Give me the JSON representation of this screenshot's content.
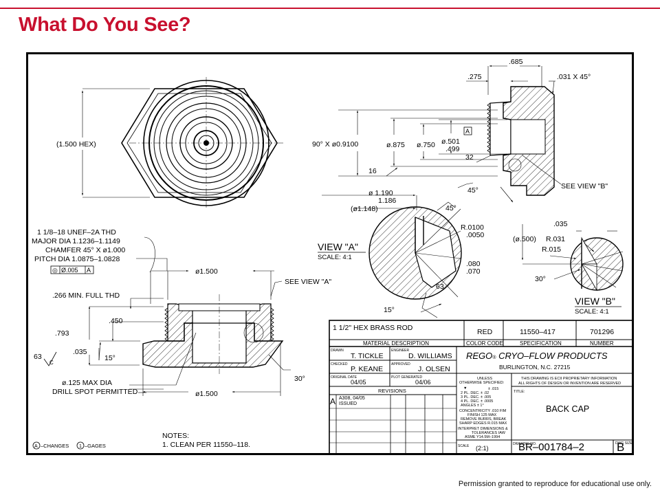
{
  "slide": {
    "title": "What Do You See?",
    "footer": "Permission granted to reproduce for educational use only.",
    "accent_color": "#c8102e"
  },
  "top_view": {
    "hex_dim": "(1.500 HEX)"
  },
  "section_view": {
    "thread_callout": [
      "1 1/8–18 UNEF–2A THD",
      "MAJOR DIA 1.1236–1.1149",
      "CHAMFER 45° X ø1.000",
      "PITCH DIA 1.0875–1.0828"
    ],
    "fcf": [
      "◎",
      "Ø.005",
      "A"
    ],
    "dim_dia_top": "ø1.500",
    "dim_dia_bottom": "ø1.500",
    "full_thd": ".266 MIN. FULL THD",
    "dim_450": ".450",
    "dim_793": ".793",
    "dim_035": ".035",
    "angle_15": "15°",
    "finish": "63",
    "finish_c": "C",
    "drill_note": [
      "ø.125 MAX DIA",
      "DRILL SPOT PERMITTED"
    ],
    "angle_30": "30°",
    "see_view_a": "SEE VIEW \"A\""
  },
  "right_view": {
    "dim_685": ".685",
    "dim_275": ".275",
    "chamfer": ".031 X 45°",
    "csk": "90° X ø0.9100",
    "dia_875": "ø.875",
    "dia_750": "ø.750",
    "dia_501": "ø.501",
    "dia_499": ".499",
    "datum": "A",
    "finish_32": "32",
    "finish_16": "16",
    "angle_45": "45°",
    "see_view_b": "SEE VIEW \"B\"",
    "dia_1190": "ø 1.190",
    "dia_1186": "1.186",
    "dia_1148": "(ø1.148)"
  },
  "detail_a": {
    "label": "VIEW \"A\"",
    "scale": "SCALE: 4:1",
    "angle_45": "45°",
    "r_0100": "R.0100",
    "r_0050": ".0050",
    "dim_080": ".080",
    "dim_070": ".070",
    "finish_63": "63",
    "angle_15": "15°"
  },
  "detail_b": {
    "label": "VIEW \"B\"",
    "scale": "SCALE: 4:1",
    "dim_035": ".035",
    "dia_500": "(ø.500)",
    "r_031": "R.031",
    "r_015": "R.015",
    "angle_30": "30°"
  },
  "notes": {
    "heading": "NOTES:",
    "items": [
      "1. CLEAN PER 11550–118."
    ],
    "legend_changes": "–CHANGES",
    "legend_gages": "–GAGES",
    "legend_a": "A",
    "legend_1": "1"
  },
  "title_block": {
    "material_row": {
      "material": "1 1/2\" HEX BRASS ROD",
      "color_code": "RED",
      "specification": "11550–417",
      "number": "701296"
    },
    "headers": {
      "material": "MATERIAL DESCRIPTION",
      "color_code": "COLOR CODE",
      "specification": "SPECIFICATION",
      "number": "NUMBER"
    },
    "drawn_label": "DRAWN",
    "drawn": "T. TICKLE",
    "engineer_label": "ENGINEER",
    "engineer": "D. WILLIAMS",
    "checked_label": "CHECKED",
    "checked": "P. KEANE",
    "approved_label": "APPROVED",
    "approved": "J. OLSEN",
    "original_date_label": "ORIGINAL DATE",
    "original_date": "04/05",
    "plot_label": "PLOT GENERATED",
    "plot_date": "04/06",
    "company_name": "REGO",
    "company_reg": "®",
    "company_tail": " CRYO–FLOW PRODUCTS",
    "company_city": "BURLINGTON, N.C. 27215",
    "revisions_label": "REVISIONS",
    "revision_letter": "A",
    "revision_text": [
      "A308, 04/05",
      "ISSUED"
    ],
    "tolerances": [
      "UNLESS",
      "OTHERWISE SPECIFIED:",
      "2 PL. DEC.   ± .02",
      "3 PL. DEC.   ± .005",
      "4 PL. DEC.   ± .0005",
      "ANGLES       ± 1°",
      "CONCENTRICITY .010 FIM",
      "FINISH 125 MAX",
      "REMOVE BURRS, BREAK",
      "SHARP EDGES R.015 MAX",
      "INTERPRET DIMENSIONS &",
      "TOLERANCES IAW",
      "ASME Y14.5M–1994"
    ],
    "tol_1pl": "± .015",
    "proprietary": [
      "THIS DRAWING IS ECII PROPRIETARY INFORMATION",
      "ALL RIGHTS OF DESIGN OR INVENTION ARE RESERVED"
    ],
    "title_label": "TITLE:",
    "title": "BACK CAP",
    "drawing_no_label": "DRAWING NO.",
    "drawing_no": "BR–001784–2",
    "size_label": "DWG SIZE",
    "size": "B",
    "scale_label": "SCALE",
    "scale": "(2:1)"
  }
}
